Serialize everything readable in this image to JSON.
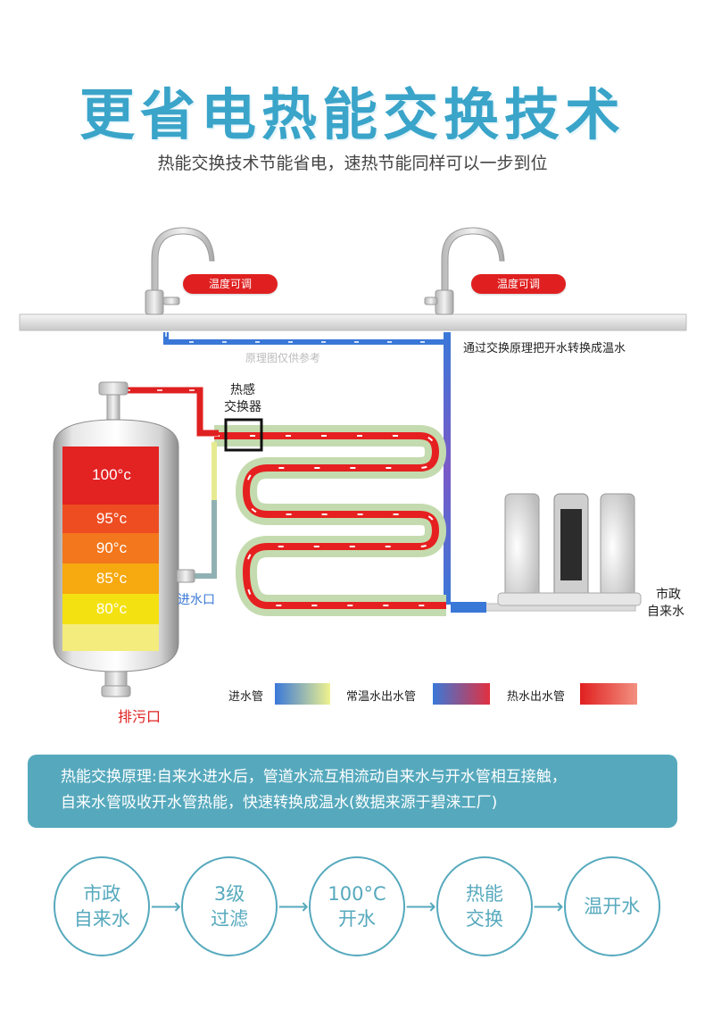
{
  "header": {
    "title": "更省电热能交换技术",
    "subtitle": "热能交换技术节能省电，速热节能同样可以一步到位"
  },
  "diagram": {
    "faucet_left_label": "温度可调",
    "faucet_right_label": "温度可调",
    "watermark": "原理图仅供参考",
    "exchange_note": "通过交换原理把开水转换成温水",
    "exchanger_label_line1": "热感",
    "exchanger_label_line2": "交换器",
    "inlet_label": "进水口",
    "drain_label": "排污口",
    "municipal_line1": "市政",
    "municipal_line2": "自来水",
    "temperatures": [
      "100°c",
      "95°c",
      "90°c",
      "85°c",
      "80°c"
    ],
    "colors": {
      "hot": "#e02020",
      "cold": "#3a78d8",
      "warm": "#e8ec8e",
      "accent": "#56a9bd"
    }
  },
  "legend": {
    "inlet_pipe": "进水管",
    "normal_outlet_pipe": "常温水出水管",
    "hot_outlet_pipe": "热水出水管"
  },
  "info": {
    "line1": "热能交换原理:自来水进水后，管道水流互相流动自来水与开水管相互接触，",
    "line2": "自来水管吸收开水管热能，快速转换成温水(数据来源于碧涞工厂)"
  },
  "flow": {
    "steps": [
      {
        "line1": "市政",
        "line2": "自来水"
      },
      {
        "line1": "3级",
        "line2": "过滤"
      },
      {
        "line1": "100°C",
        "line2": "开水"
      },
      {
        "line1": "热能",
        "line2": "交换"
      },
      {
        "line1": "温开水",
        "line2": ""
      }
    ]
  }
}
